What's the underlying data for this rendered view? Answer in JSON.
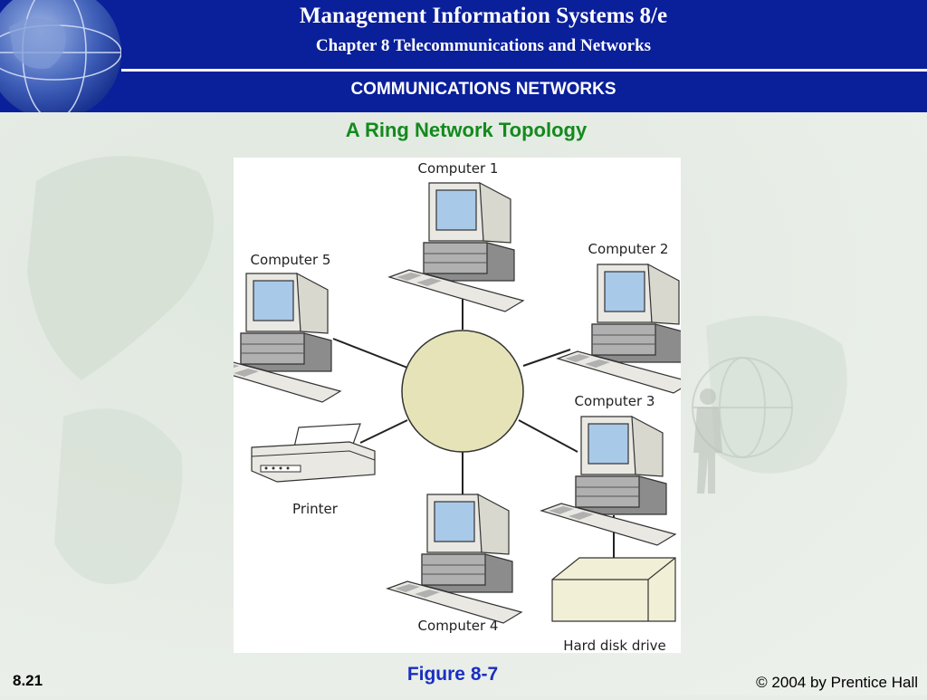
{
  "header": {
    "title": "Management Information Systems 8/e",
    "subtitle": "Chapter 8 Telecommunications and Networks",
    "section": "COMMUNICATIONS NETWORKS"
  },
  "slide": {
    "heading": "A Ring Network Topology",
    "caption": "Figure 8-7",
    "number": "8.21",
    "copyright": "© 2004 by Prentice Hall"
  },
  "diagram": {
    "nodes": {
      "computer1": "Computer 1",
      "computer2": "Computer 2",
      "computer3": "Computer 3",
      "computer4": "Computer 4",
      "computer5": "Computer 5",
      "printer": "Printer",
      "hard_disk": "Hard disk drive"
    },
    "colors": {
      "ring_fill": "#e6e3b8",
      "device_body": "#e9e8e2",
      "screen": "#a9c9e8",
      "base": "#8c8c8c"
    }
  }
}
